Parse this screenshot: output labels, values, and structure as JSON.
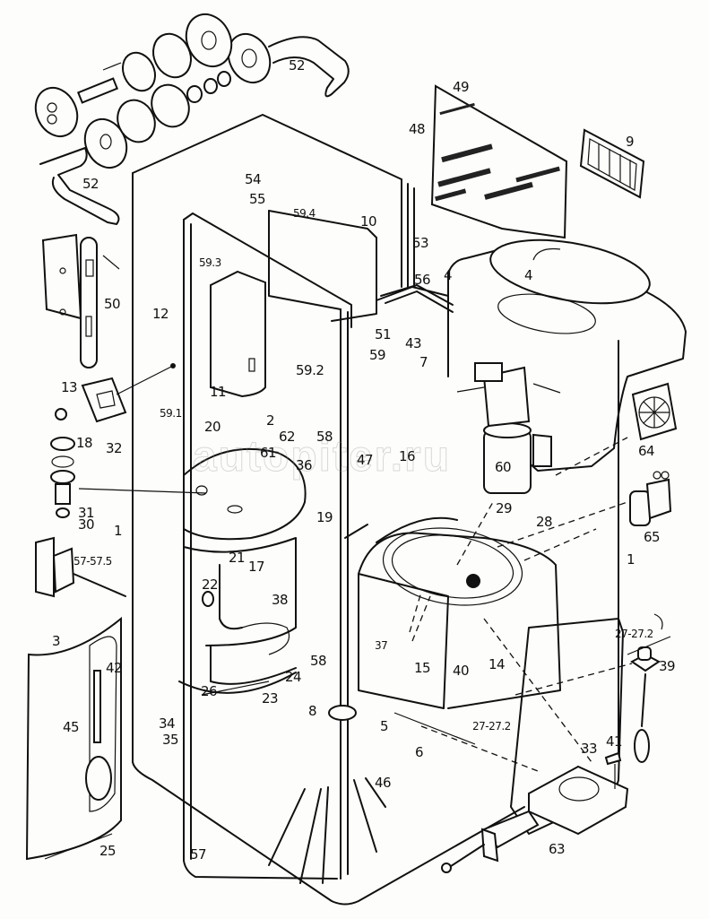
{
  "diagram": {
    "type": "exploded-parts-diagram",
    "subject": "cassette toilet / washroom unit assembly",
    "watermark": "autopiter.ru",
    "labels": [
      {
        "id": "52a",
        "text": "52"
      },
      {
        "id": "52b",
        "text": "52"
      },
      {
        "id": "54",
        "text": "54"
      },
      {
        "id": "55",
        "text": "55"
      },
      {
        "id": "594",
        "text": "59.4"
      },
      {
        "id": "10",
        "text": "10"
      },
      {
        "id": "49",
        "text": "49"
      },
      {
        "id": "48",
        "text": "48"
      },
      {
        "id": "9",
        "text": "9"
      },
      {
        "id": "53",
        "text": "53"
      },
      {
        "id": "56",
        "text": "56"
      },
      {
        "id": "4a",
        "text": "4"
      },
      {
        "id": "4b",
        "text": "4"
      },
      {
        "id": "593",
        "text": "59.3"
      },
      {
        "id": "50",
        "text": "50"
      },
      {
        "id": "12",
        "text": "12"
      },
      {
        "id": "51",
        "text": "51"
      },
      {
        "id": "43",
        "text": "43"
      },
      {
        "id": "59",
        "text": "59"
      },
      {
        "id": "7",
        "text": "7"
      },
      {
        "id": "592",
        "text": "59.2"
      },
      {
        "id": "11",
        "text": "11"
      },
      {
        "id": "13",
        "text": "13"
      },
      {
        "id": "591",
        "text": "59.1"
      },
      {
        "id": "2",
        "text": "2"
      },
      {
        "id": "18",
        "text": "18"
      },
      {
        "id": "20",
        "text": "20"
      },
      {
        "id": "62",
        "text": "62"
      },
      {
        "id": "58a",
        "text": "58"
      },
      {
        "id": "32",
        "text": "32"
      },
      {
        "id": "61",
        "text": "61"
      },
      {
        "id": "36",
        "text": "36"
      },
      {
        "id": "47",
        "text": "47"
      },
      {
        "id": "16",
        "text": "16"
      },
      {
        "id": "60",
        "text": "60"
      },
      {
        "id": "64",
        "text": "64"
      },
      {
        "id": "19",
        "text": "19"
      },
      {
        "id": "31",
        "text": "31"
      },
      {
        "id": "30",
        "text": "30"
      },
      {
        "id": "1a",
        "text": "1"
      },
      {
        "id": "29",
        "text": "29"
      },
      {
        "id": "28",
        "text": "28"
      },
      {
        "id": "65",
        "text": "65"
      },
      {
        "id": "5757",
        "text": "57-57.5"
      },
      {
        "id": "21",
        "text": "21"
      },
      {
        "id": "17",
        "text": "17"
      },
      {
        "id": "1b",
        "text": "1"
      },
      {
        "id": "22",
        "text": "22"
      },
      {
        "id": "38",
        "text": "38"
      },
      {
        "id": "3",
        "text": "3"
      },
      {
        "id": "37",
        "text": "37"
      },
      {
        "id": "272a",
        "text": "27-27.2"
      },
      {
        "id": "39",
        "text": "39"
      },
      {
        "id": "42",
        "text": "42"
      },
      {
        "id": "58b",
        "text": "58"
      },
      {
        "id": "24",
        "text": "24"
      },
      {
        "id": "15",
        "text": "15"
      },
      {
        "id": "40",
        "text": "40"
      },
      {
        "id": "14",
        "text": "14"
      },
      {
        "id": "26",
        "text": "26"
      },
      {
        "id": "23",
        "text": "23"
      },
      {
        "id": "8",
        "text": "8"
      },
      {
        "id": "272b",
        "text": "27-27.2"
      },
      {
        "id": "45",
        "text": "45"
      },
      {
        "id": "34",
        "text": "34"
      },
      {
        "id": "35",
        "text": "35"
      },
      {
        "id": "5",
        "text": "5"
      },
      {
        "id": "6",
        "text": "6"
      },
      {
        "id": "33",
        "text": "33"
      },
      {
        "id": "41",
        "text": "41"
      },
      {
        "id": "46",
        "text": "46"
      },
      {
        "id": "25",
        "text": "25"
      },
      {
        "id": "57",
        "text": "57"
      },
      {
        "id": "63",
        "text": "63"
      }
    ]
  }
}
